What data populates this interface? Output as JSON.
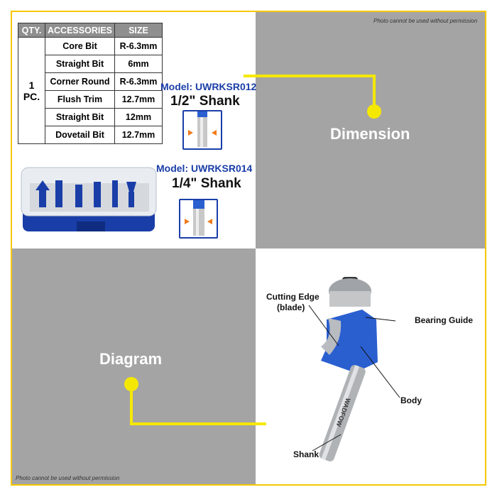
{
  "watermark_note": "Photo cannot be used without permission",
  "dimension_label": "Dimension",
  "diagram_label": "Diagram",
  "table": {
    "headers": [
      "QTY.",
      "ACCESSORIES",
      "SIZE"
    ],
    "qty": "1 PC.",
    "rows": [
      {
        "name": "Core Bit",
        "size": "R-6.3mm"
      },
      {
        "name": "Straight Bit",
        "size": "6mm"
      },
      {
        "name": "Corner Round",
        "size": "R-6.3mm"
      },
      {
        "name": "Flush Trim",
        "size": "12.7mm"
      },
      {
        "name": "Straight Bit",
        "size": "12mm"
      },
      {
        "name": "Dovetail Bit",
        "size": "12.7mm"
      }
    ]
  },
  "models": [
    {
      "model": "Model: UWRKSR012",
      "shank": "1/2\" Shank"
    },
    {
      "model": "Model: UWRKSR014",
      "shank": "1/4\" Shank"
    }
  ],
  "diagram": {
    "cutting_edge": "Cutting Edge",
    "cutting_edge_sub": "(blade)",
    "bearing": "Bearing Guide",
    "body": "Body",
    "shank": "Shank",
    "brand": "WADFOW"
  },
  "colors": {
    "accent": "#f5e800",
    "brand_blue": "#1a3ea8",
    "gray": "#a5a4a5"
  }
}
